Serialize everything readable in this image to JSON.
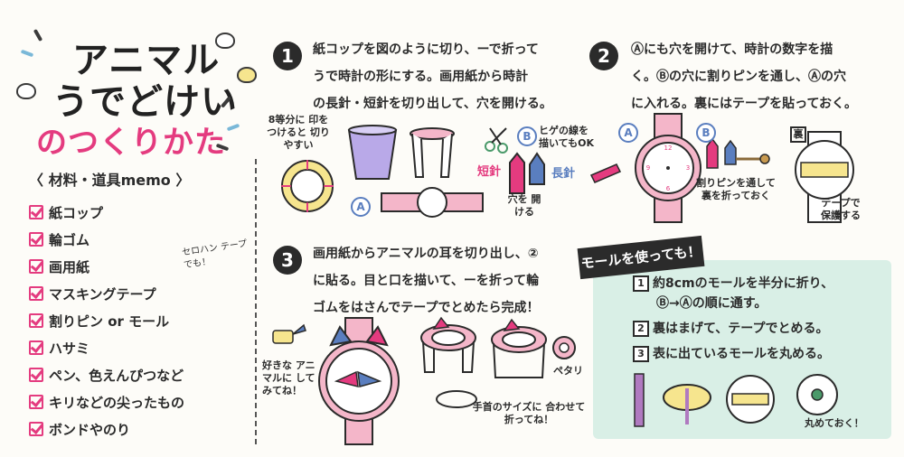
{
  "title": {
    "line1": "アニマル",
    "line2": "うでどけい",
    "line3": "のつくりかた"
  },
  "memo": {
    "heading": "〈 材料・道具memo 〉",
    "items": [
      "紙コップ",
      "輪ゴム",
      "画用紙",
      "マスキングテープ",
      "割りピン or モール",
      "ハサミ",
      "ペン、色えんぴつなど",
      "キリなどの尖ったもの",
      "ボンドやのり"
    ],
    "note": "セロハン テープでも！"
  },
  "step1": {
    "number": "1",
    "lines": [
      "紙コップを図のように切り、ーで折って",
      "うで時計の形にする。画用紙から時計",
      "の長針・短針を切り出して、穴を開ける。"
    ],
    "note_mark": "8等分に 印をつけると 切りやすい",
    "label_a": "A",
    "label_b": "B",
    "short_hand": "短針",
    "long_hand": "長針",
    "hole_note": "穴を 開ける",
    "line_note": "ヒゲの線を 描いてもOK"
  },
  "step2": {
    "number": "2",
    "lines": [
      "Ⓐにも穴を開けて、時計の数字を描",
      "く。Ⓑの穴に割りピンを通し、Ⓐの穴",
      "に入れる。裏にはテープを貼っておく。"
    ],
    "label_a": "A",
    "label_b": "B",
    "pin_note": "割りピンを通して 裏を折っておく",
    "back_label": "裏",
    "tape_note": "テープで 保護する"
  },
  "step3": {
    "number": "3",
    "lines": [
      "画用紙からアニマルの耳を切り出し、②",
      "に貼る。目と口を描いて、ーを折って輪",
      "ゴムをはさんでテープでとめたら完成！"
    ],
    "animal_note": "好きな アニマルに してみてね！",
    "peta": "ペタリ",
    "wrist_note": "手首のサイズに 合わせて折ってね！"
  },
  "mall": {
    "tag": "モールを使っても！",
    "items": [
      {
        "n": "1",
        "text": "約8cmのモールを半分に折り、"
      },
      {
        "n": "",
        "text": "Ⓑ→Ⓐの順に通す。"
      },
      {
        "n": "2",
        "text": "裏はまげて、テープでとめる。"
      },
      {
        "n": "3",
        "text": "表に出ているモールを丸める。"
      }
    ],
    "round_note": "丸めておく！"
  },
  "colors": {
    "pink": "#e43b7f",
    "light_pink": "#f4b6c9",
    "mint": "#d9efe6",
    "blue": "#5a7ebf",
    "yellow": "#f6e58e",
    "dark": "#2b2b2b"
  }
}
